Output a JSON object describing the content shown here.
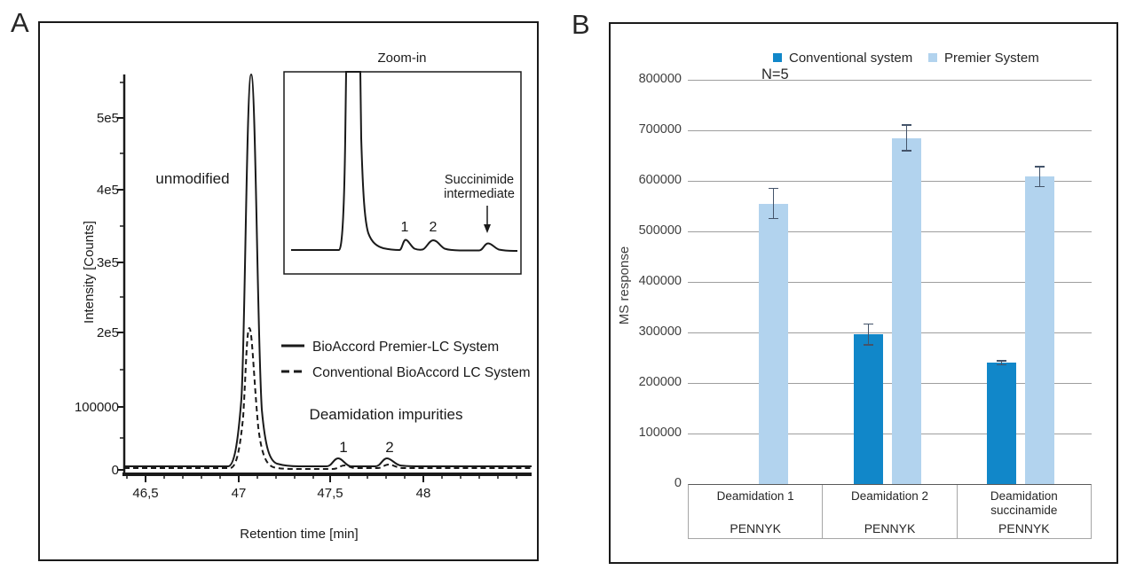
{
  "panelA": {
    "label": "A",
    "ylabel": "Intensity [Counts]",
    "xlabel": "Retention time [min]",
    "ytick_labels": [
      "0",
      "100000",
      "2e5",
      "3e5",
      "4e5",
      "5e5"
    ],
    "xtick_labels": [
      "46,5",
      "47",
      "47,5",
      "48"
    ],
    "unmodified_label": "unmodified",
    "impurities_label": "Deamidation impurities",
    "peak1_label": "1",
    "peak2_label": "2",
    "legend": [
      {
        "label": "BioAccord Premier-LC System",
        "style": "solid"
      },
      {
        "label": "Conventional BioAccord LC System",
        "style": "dashed"
      }
    ],
    "inset": {
      "title": "Zoom-in",
      "peak1_label": "1",
      "peak2_label": "2",
      "succinimide_label_line1": "Succinimide",
      "succinimide_label_line2": "intermediate"
    }
  },
  "panelB": {
    "label": "B",
    "n_label": "N=5",
    "ylabel": "MS response",
    "ytick_labels": [
      "0",
      "100000",
      "200000",
      "300000",
      "400000",
      "500000",
      "600000",
      "700000",
      "800000"
    ],
    "legend": [
      {
        "label": "Conventional system",
        "color": "#1187c9"
      },
      {
        "label": "Premier System",
        "color": "#b2d3ee"
      }
    ],
    "categories": [
      {
        "modification": "Deamidation 1",
        "peptide": "PENNYK"
      },
      {
        "modification": "Deamidation 2",
        "peptide": "PENNYK"
      },
      {
        "modification": "Deamidation succinamide",
        "peptide": "PENNYK"
      }
    ]
  },
  "chart_data": [
    {
      "id": "panelA",
      "type": "line",
      "xlabel": "Retention time [min]",
      "ylabel": "Intensity [Counts]",
      "xlim": [
        46.38,
        48.45
      ],
      "ylim": [
        0,
        565000
      ],
      "x_ticks": [
        46.5,
        47.0,
        47.5,
        48.0
      ],
      "y_ticks": [
        0,
        100000,
        200000,
        300000,
        400000,
        500000
      ],
      "grid": false,
      "legend_position": "center-right",
      "series": [
        {
          "name": "BioAccord Premier-LC System",
          "style": "solid",
          "points": [
            [
              46.4,
              2000
            ],
            [
              46.92,
              2000
            ],
            [
              47.0,
              80000
            ],
            [
              47.07,
              560000
            ],
            [
              47.14,
              90000
            ],
            [
              47.22,
              10000
            ],
            [
              47.3,
              6000
            ],
            [
              47.45,
              5000
            ],
            [
              47.53,
              14000
            ],
            [
              47.62,
              6000
            ],
            [
              47.78,
              13000
            ],
            [
              47.92,
              5000
            ],
            [
              48.4,
              3000
            ]
          ]
        },
        {
          "name": "Conventional BioAccord LC System",
          "style": "dashed",
          "points": [
            [
              46.4,
              1000
            ],
            [
              46.93,
              1000
            ],
            [
              47.0,
              60000
            ],
            [
              47.05,
              200000
            ],
            [
              47.11,
              70000
            ],
            [
              47.2,
              6000
            ],
            [
              47.5,
              4000
            ],
            [
              47.53,
              6000
            ],
            [
              47.78,
              7000
            ],
            [
              48.4,
              1000
            ]
          ]
        }
      ],
      "annotations": [
        "unmodified main peak at ~47.07 min",
        "deamidation impurity peaks 1 (~47.53 min) and 2 (~47.78 min)",
        "Succinimide intermediate small peak shown in Zoom-in inset"
      ]
    },
    {
      "id": "panelB",
      "type": "bar",
      "n": 5,
      "ylabel": "MS response",
      "ylim": [
        0,
        800000
      ],
      "ytick_step": 100000,
      "grid": true,
      "legend_position": "top",
      "categories": [
        "Deamidation 1 (PENNYK)",
        "Deamidation 2 (PENNYK)",
        "Deamidation succinamide (PENNYK)"
      ],
      "series": [
        {
          "name": "Conventional system",
          "values": [
            null,
            296000,
            240000
          ],
          "errors": [
            null,
            22000,
            5000
          ]
        },
        {
          "name": "Premier System",
          "values": [
            555000,
            685000,
            608000
          ],
          "errors": [
            31000,
            27000,
            21000
          ]
        }
      ]
    }
  ],
  "colors": {
    "conventional": "#1187c9",
    "premier": "#b2d3ee",
    "error_bar": "#44546a",
    "gridline": "#9e9e9e",
    "axis_table_line": "#a6a6a6",
    "panel_border": "#1a1a1a",
    "trace": "#1a1a1a",
    "text": "#262626"
  }
}
